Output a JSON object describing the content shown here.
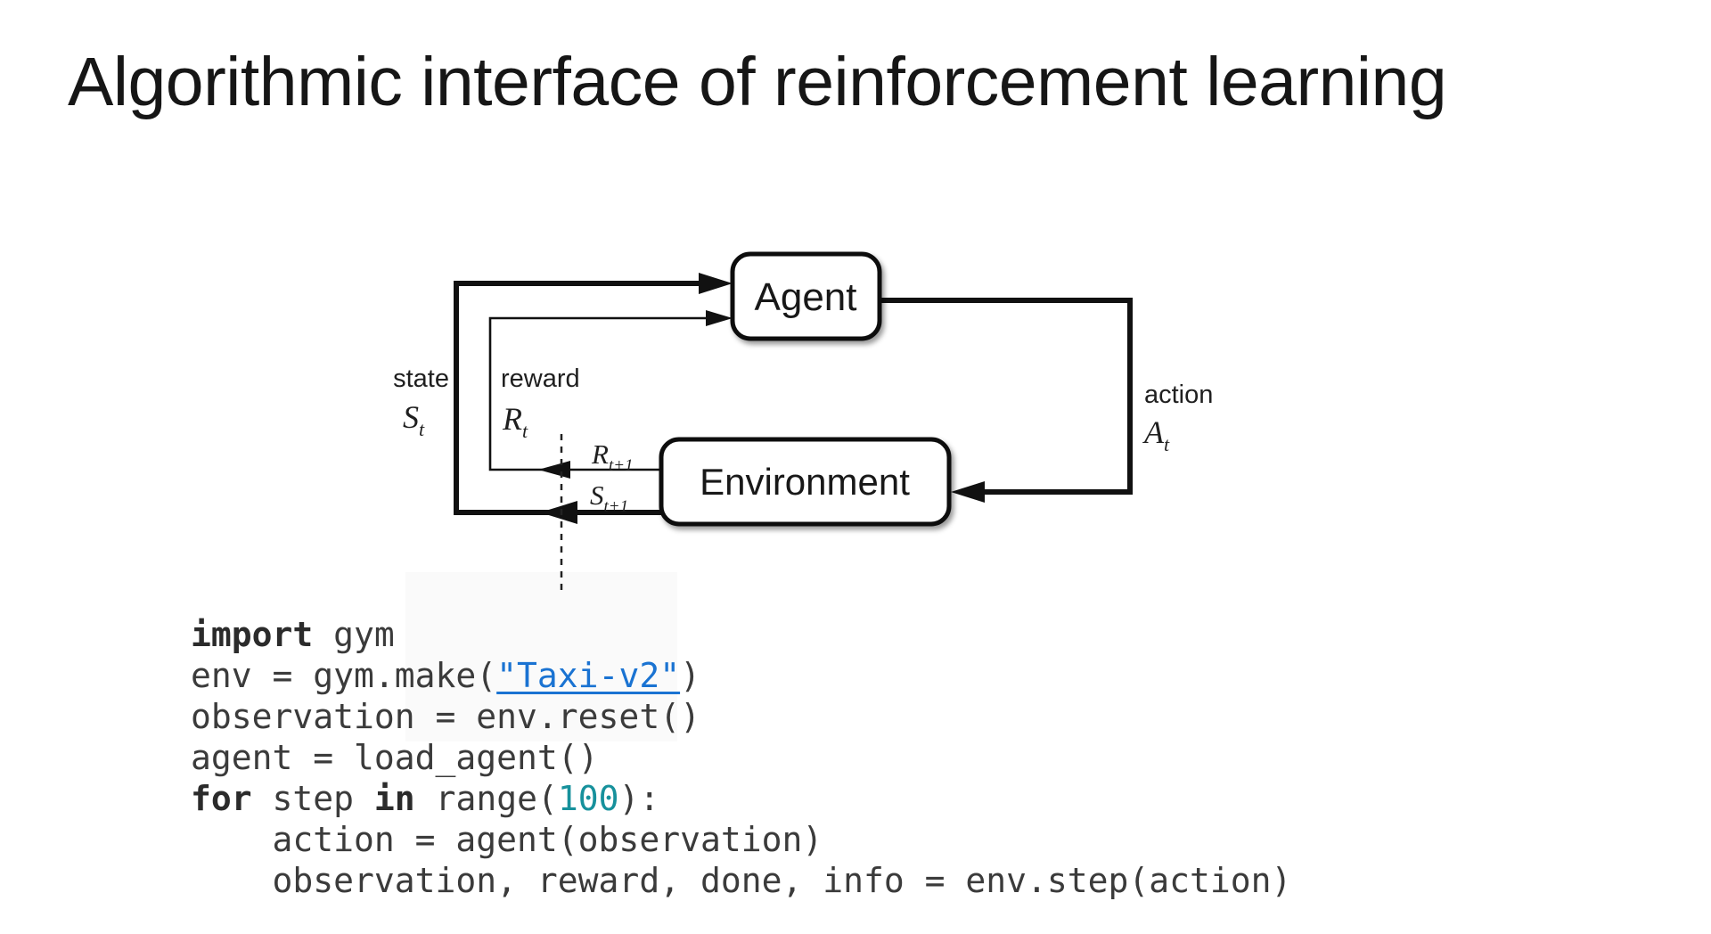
{
  "slide": {
    "title": "Algorithmic interface of reinforcement learning",
    "background_color": "#ffffff"
  },
  "diagram": {
    "agent_label": "Agent",
    "environment_label": "Environment",
    "labels": {
      "state_word": "state",
      "state_sym": {
        "main": "S",
        "sub": "t"
      },
      "reward_word": "reward",
      "reward_sym": {
        "main": "R",
        "sub": "t"
      },
      "action_word": "action",
      "action_sym": {
        "main": "A",
        "sub": "t"
      },
      "next_reward_sym": {
        "main": "R",
        "sub": "t+1"
      },
      "next_state_sym": {
        "main": "S",
        "sub": "t+1"
      }
    },
    "line_color": "#111111",
    "box_fill": "#ffffff"
  },
  "code": {
    "colors": {
      "default": "#3b3b3b",
      "keyword": "#2b2b2b",
      "link": "#1a73d2",
      "number": "#17919c"
    },
    "lines": [
      [
        {
          "t": "import",
          "s": "kw"
        },
        {
          "t": " gym",
          "s": "plain"
        }
      ],
      [
        {
          "t": "env = gym.make(",
          "s": "plain"
        },
        {
          "t": "\"Taxi-v2\"",
          "s": "link"
        },
        {
          "t": ")",
          "s": "plain"
        }
      ],
      [
        {
          "t": "observation = env.reset()",
          "s": "plain"
        }
      ],
      [
        {
          "t": "agent = load_agent()",
          "s": "plain"
        }
      ],
      [
        {
          "t": "for",
          "s": "kw"
        },
        {
          "t": " step ",
          "s": "plain"
        },
        {
          "t": "in",
          "s": "kw"
        },
        {
          "t": " range(",
          "s": "plain"
        },
        {
          "t": "100",
          "s": "num"
        },
        {
          "t": "):",
          "s": "plain"
        }
      ],
      [
        {
          "t": "    action = agent(observation)",
          "s": "plain"
        }
      ],
      [
        {
          "t": "    observation, reward, done, info = env.step(action)",
          "s": "plain"
        }
      ]
    ]
  }
}
